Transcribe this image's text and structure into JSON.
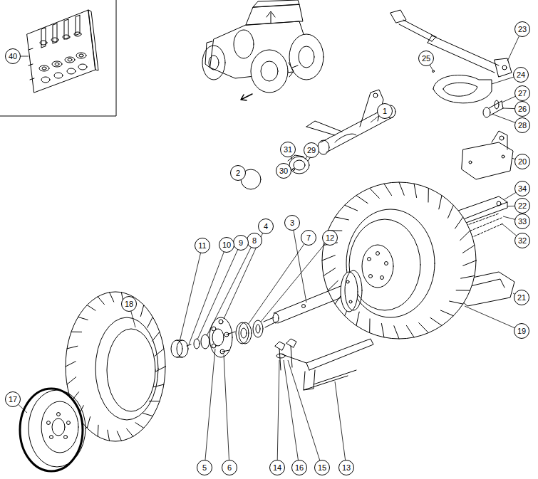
{
  "diagram": {
    "labels": [
      "40",
      "23",
      "25",
      "24",
      "27",
      "26",
      "28",
      "1",
      "29",
      "31",
      "30",
      "2",
      "20",
      "34",
      "22",
      "33",
      "32",
      "3",
      "12",
      "7",
      "4",
      "8",
      "9",
      "10",
      "11",
      "18",
      "17",
      "19",
      "21",
      "5",
      "6",
      "14",
      "16",
      "15",
      "13"
    ]
  }
}
